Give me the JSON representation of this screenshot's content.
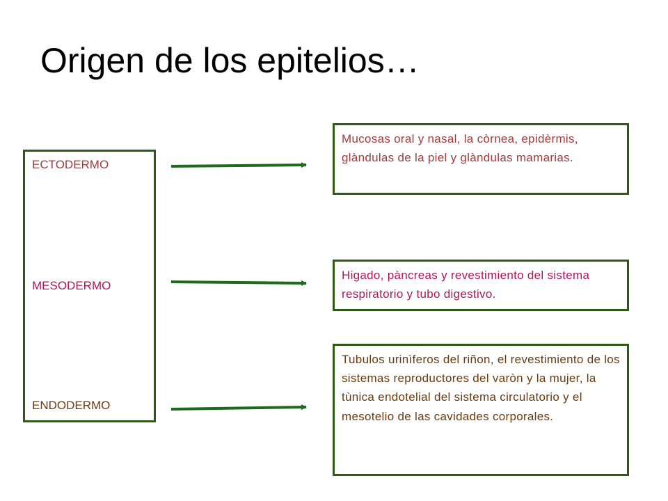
{
  "title": "Origen de los epitelios…",
  "layers": [
    {
      "label": "ECTODERMO",
      "description": "Mucosas oral y nasal, la còrnea, epidèrmis, glàndulas de la piel y glàndulas mamarias."
    },
    {
      "label": "MESODERMO",
      "description": "Higado, pàncreas y revestimiento del sistema respiratorio y tubo digestivo."
    },
    {
      "label": "ENDODERMO",
      "description": "Tubulos urinìferos del riñon, el revestimiento de los sistemas reproductores del varòn y la mujer, la tùnica endotelial del sistema circulatorio y el mesotelio de las cavidades corporales."
    }
  ],
  "colors": {
    "border": "#2f5a16",
    "arrow": "#1e6b1e",
    "ectodermo": "#a03c3c",
    "mesodermo": "#b0155c",
    "endodermo": "#6b3a0e"
  }
}
